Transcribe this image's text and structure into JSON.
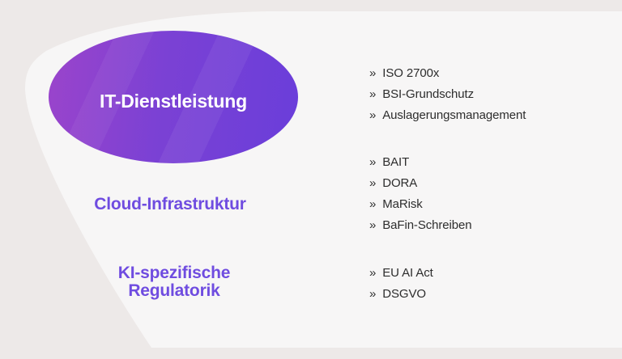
{
  "colors": {
    "page_bg": "#EDE9E8",
    "shape_bg": "#F7F6F6",
    "ellipse_grad_a": "#9B44CB",
    "ellipse_grad_b": "#6A3EDA",
    "stage_label": "#6F4CE0",
    "list_text": "#2D2D2D"
  },
  "bullet_char": "»",
  "funnel": {
    "stage1_label": "IT-Dienstleistung",
    "stage2_label": "Cloud-Infrastruktur",
    "stage3_label_line1": "KI-spezifische",
    "stage3_label_line2": "Regulatorik"
  },
  "lists": {
    "group1": {
      "items": [
        "ISO 2700x",
        "BSI-Grundschutz",
        "Auslagerungsmanagement"
      ]
    },
    "group2": {
      "items": [
        "BAIT",
        "DORA",
        "MaRisk",
        "BaFin-Schreiben"
      ]
    },
    "group3": {
      "items": [
        "EU AI Act",
        "DSGVO"
      ]
    }
  }
}
